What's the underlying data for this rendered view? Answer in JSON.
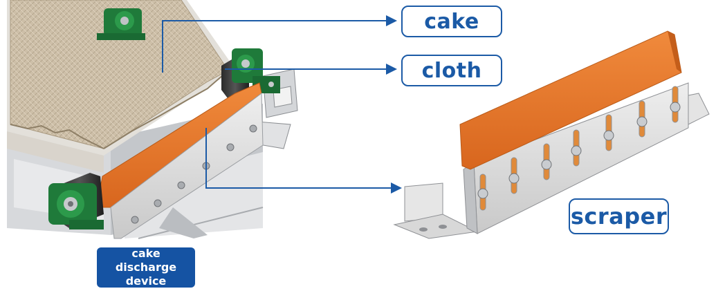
{
  "labels": {
    "cake": "cake",
    "cloth": "cloth",
    "scraper": "scraper",
    "device": "cake discharge\ndevice"
  },
  "colors": {
    "accent_blue": "#1b5aa6",
    "device_badge": "#1553a3",
    "scraper_orange": "#e07428",
    "bearing_green": "#1f7a3a",
    "steel": "#dcdcdc"
  },
  "icons": [
    "arrow-icon",
    "bolt-icon",
    "bearing-icon"
  ]
}
